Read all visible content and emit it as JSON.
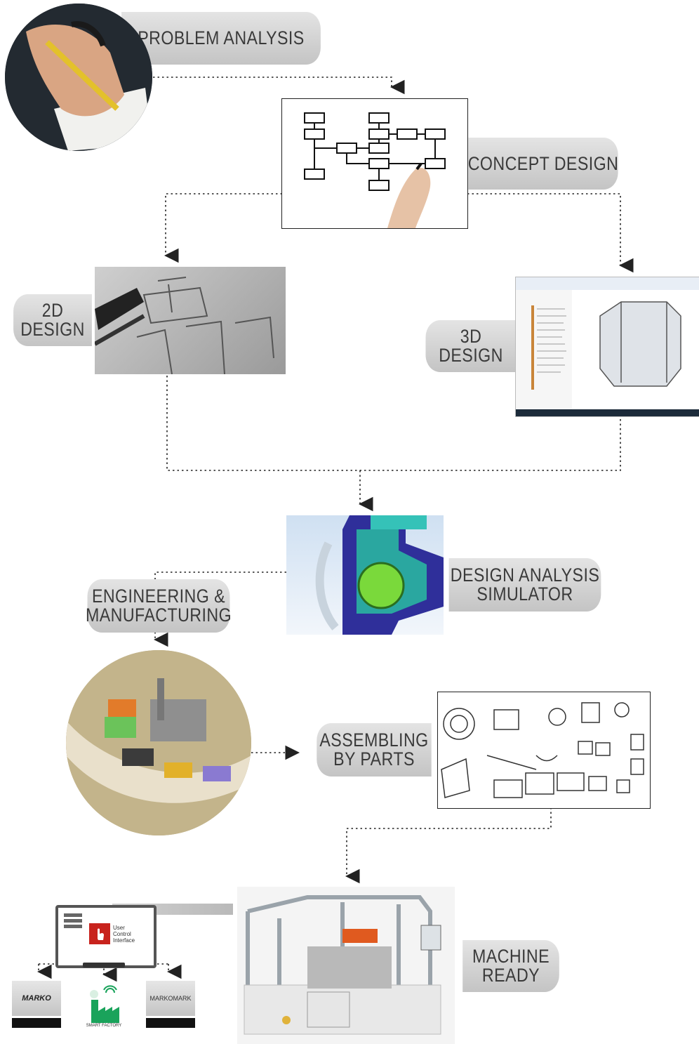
{
  "steps": {
    "problem_analysis": "PROBLEM  ANALYSIS",
    "concept_design": "CONCEPT DESIGN",
    "design_2d": [
      "2D",
      "DESIGN"
    ],
    "design_3d": [
      "3D",
      "DESIGN"
    ],
    "design_analysis": [
      "DESIGN  ANALYSIS",
      "SIMULATOR"
    ],
    "engineering": [
      "ENGINEERING  &",
      "MANUFACTURING"
    ],
    "assembling": [
      "ASSEMBLING",
      "BY  PARTS"
    ],
    "machine_ready": [
      "MACHINE",
      "READY"
    ]
  },
  "monitor": {
    "label_lines": [
      "User",
      "Control",
      "Interface"
    ]
  },
  "outputs": {
    "marko": "MARKO",
    "smart_factory": "SMART FACTORY",
    "markomark": "MARKOMARK"
  },
  "colors": {
    "pill": "#d2d2d2",
    "pill_text": "#3a3a3a",
    "connector": "#222222",
    "accent_red": "#c8231d",
    "factory_green": "#1aa35b"
  },
  "icons": [
    "hand-pen-photo",
    "flowchart-photo",
    "sketch-photo",
    "cad-screenshot",
    "fea-simulation",
    "machine-render",
    "exploded-parts",
    "machine-photo",
    "monitor-icon",
    "factory-icon"
  ]
}
